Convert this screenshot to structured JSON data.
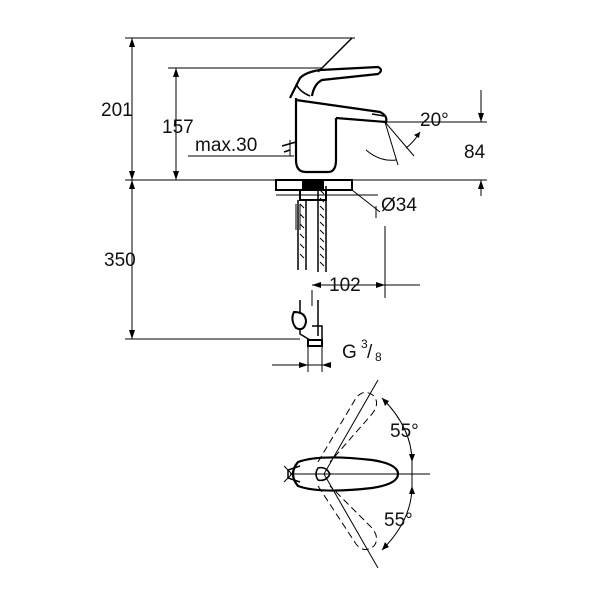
{
  "dimensions": {
    "total_height": "201",
    "spout_height": "157",
    "max_deck": "max.30",
    "outlet_angle": "20°",
    "outlet_height": "84",
    "hole_diameter": "Ø34",
    "supply_length": "350",
    "projection": "102",
    "thread": "G",
    "thread_num": "3",
    "thread_den": "8"
  },
  "plan_view": {
    "angle_top": "55°",
    "angle_bottom": "55°"
  }
}
